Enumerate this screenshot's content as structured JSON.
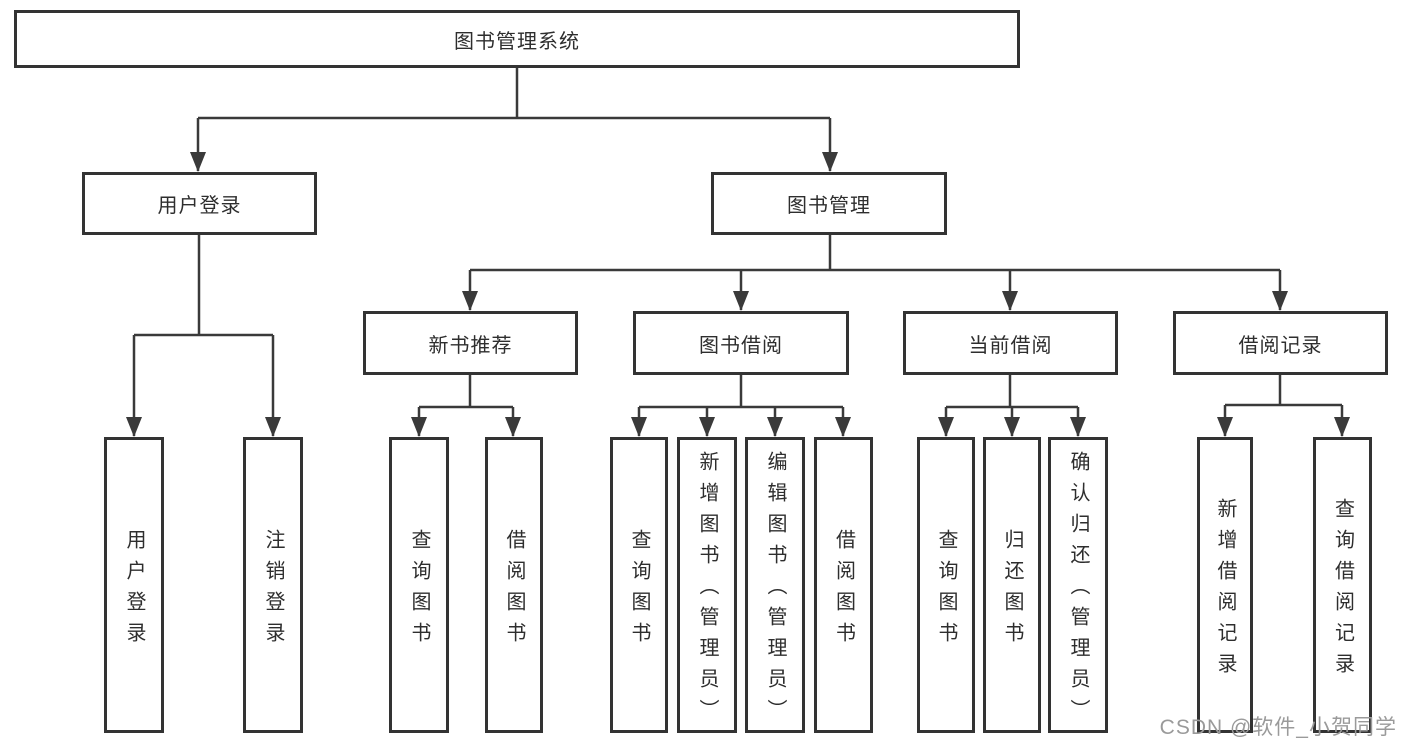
{
  "diagram_type": "hierarchy-tree",
  "colors": {
    "line": "#3a3a3a",
    "box_border": "#333333",
    "text": "#2e2e2e",
    "background": "#ffffff",
    "watermark_text_color": "#9a9a9a"
  },
  "tree": {
    "label": "图书管理系统",
    "children": [
      {
        "label": "用户登录",
        "children": [
          {
            "label": "用户登录"
          },
          {
            "label": "注销登录"
          }
        ]
      },
      {
        "label": "图书管理",
        "children": [
          {
            "label": "新书推荐",
            "children": [
              {
                "label": "查询图书"
              },
              {
                "label": "借阅图书"
              }
            ]
          },
          {
            "label": "图书借阅",
            "children": [
              {
                "label": "查询图书"
              },
              {
                "label": "新增图书（管理员）"
              },
              {
                "label": "编辑图书（管理员）"
              },
              {
                "label": "借阅图书"
              }
            ]
          },
          {
            "label": "当前借阅",
            "children": [
              {
                "label": "查询图书"
              },
              {
                "label": "归还图书"
              },
              {
                "label": "确认归还（管理员）"
              }
            ]
          },
          {
            "label": "借阅记录",
            "children": [
              {
                "label": "新增借阅记录"
              },
              {
                "label": "查询借阅记录"
              }
            ]
          }
        ]
      }
    ]
  },
  "watermark": "CSDN @软件_小贺同学"
}
